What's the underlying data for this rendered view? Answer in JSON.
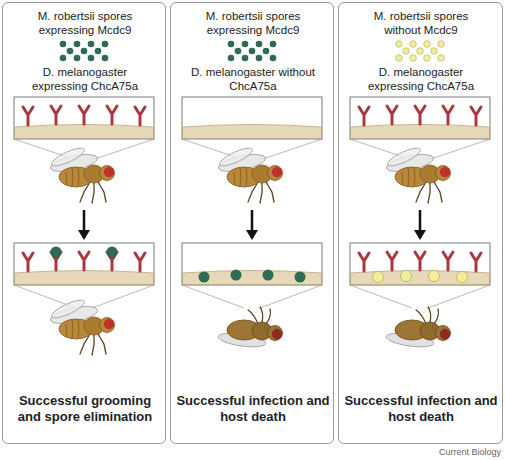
{
  "diagram": {
    "nodes": [
      {
        "text": [
          "M. robertsii spores expressing Mcdc9",
          "D. melanogaster expressing ChcA75a",
          "Successful grooming and spore elimination"
        ]
      },
      {
        "text": [
          "M. robertsii spores expressing Mcdc9",
          "D. melanogaster without ChcA75a",
          "Successful infection and host death"
        ]
      },
      {
        "text": [
          "M. robertsii spores without Mcdc9",
          "D. melanogaster expressing ChcA75a",
          "Successful infection and host death"
        ]
      }
    ],
    "labels": [
      "Current Biology"
    ]
  }
}
